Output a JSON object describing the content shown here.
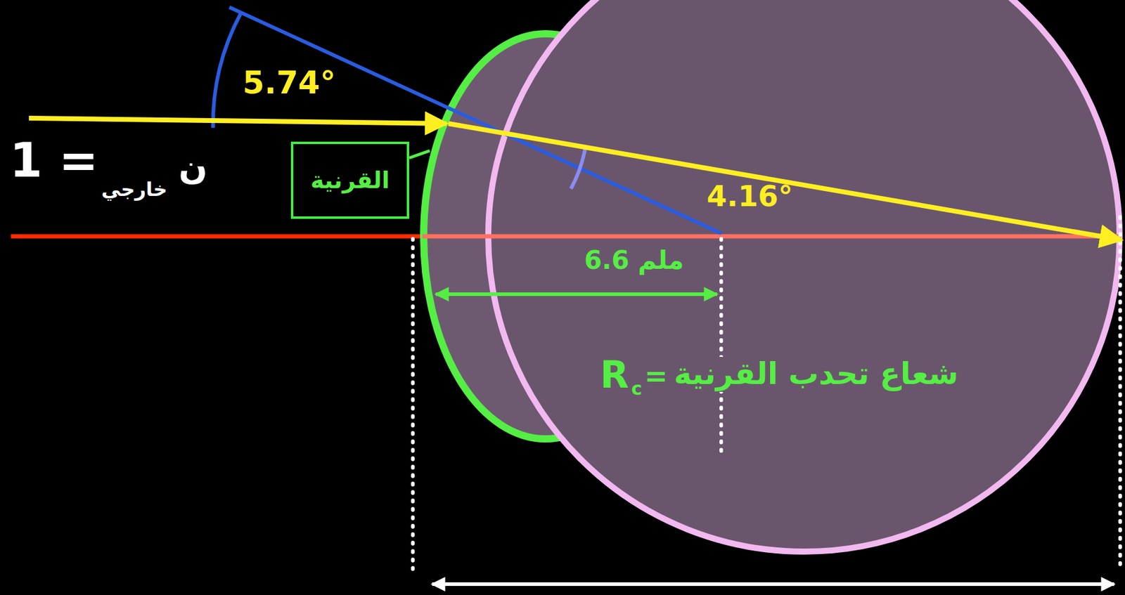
{
  "diagram": {
    "nodes": [
      {
        "text": [
          "القرنية"
        ]
      }
    ],
    "labels": [
      "5.74°",
      "4.16°",
      "1 =",
      "ن",
      "خارجي",
      "6.6 ملم",
      "R",
      "c",
      "=",
      "شعاع تحدب القرنية"
    ]
  }
}
